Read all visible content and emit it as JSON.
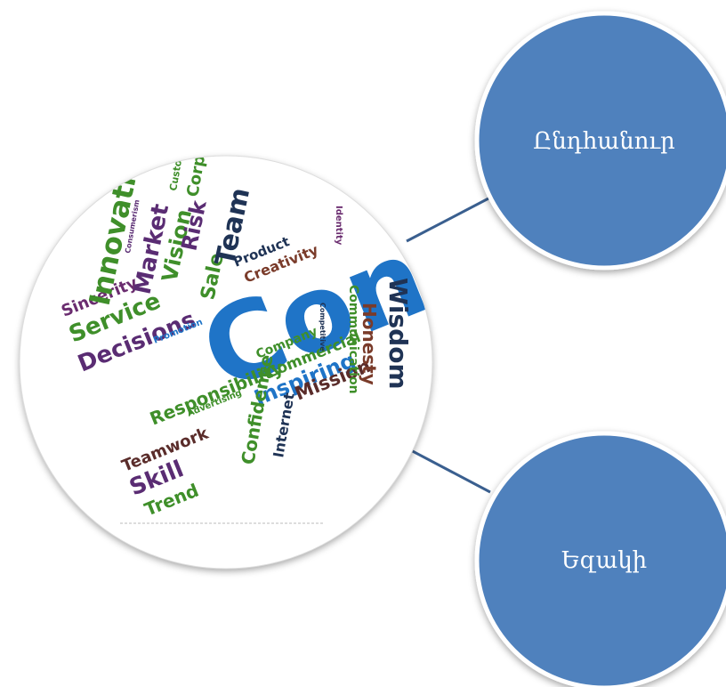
{
  "nodes": [
    {
      "label": "Ընդհանուր"
    },
    {
      "label": "Եզակի"
    }
  ],
  "word_cloud": {
    "words": [
      {
        "text": "Concept",
        "color": "#1f74c7"
      },
      {
        "text": "Sincerity",
        "color": "#6a2c6f"
      },
      {
        "text": "Service",
        "color": "#3f8f2a"
      },
      {
        "text": "Decisions",
        "color": "#5a2c73"
      },
      {
        "text": "Innovation",
        "color": "#3f8f2a"
      },
      {
        "text": "Market",
        "color": "#5a2c73"
      },
      {
        "text": "Vision",
        "color": "#3f8f2a"
      },
      {
        "text": "Risk",
        "color": "#5a2c73"
      },
      {
        "text": "Sale",
        "color": "#3f8f2a"
      },
      {
        "text": "Team",
        "color": "#1f3355"
      },
      {
        "text": "Corporate",
        "color": "#3f8f2a"
      },
      {
        "text": "Customer",
        "color": "#3f8f2a"
      },
      {
        "text": "Consumerism",
        "color": "#5a2c73"
      },
      {
        "text": "Product",
        "color": "#1f3355"
      },
      {
        "text": "Creativity",
        "color": "#7a3b2a"
      },
      {
        "text": "Identity",
        "color": "#6a2c6f"
      },
      {
        "text": "Promotion",
        "color": "#1f74c7"
      },
      {
        "text": "Company",
        "color": "#3f8f2a"
      },
      {
        "text": "Commercial",
        "color": "#3f8f2a"
      },
      {
        "text": "Responsibility",
        "color": "#3f8f2a"
      },
      {
        "text": "Advertising",
        "color": "#3f8f2a"
      },
      {
        "text": "Inspiring",
        "color": "#1f74c7"
      },
      {
        "text": "Mission",
        "color": "#5a2c2a"
      },
      {
        "text": "Competitive",
        "color": "#1f3355"
      },
      {
        "text": "Honesty",
        "color": "#7a3b2a"
      },
      {
        "text": "Communication",
        "color": "#3f8f2a"
      },
      {
        "text": "Wisdom",
        "color": "#1f3355"
      },
      {
        "text": "Confidence",
        "color": "#3f8f2a"
      },
      {
        "text": "Internet",
        "color": "#1f3355"
      },
      {
        "text": "Teamwork",
        "color": "#5a2c2a"
      },
      {
        "text": "Skill",
        "color": "#5a2c73"
      },
      {
        "text": "Trend",
        "color": "#3f8f2a"
      }
    ]
  },
  "colors": {
    "node_fill": "#4f81bd",
    "node_stroke": "#ffffff",
    "connector": "#3a5f8f"
  }
}
